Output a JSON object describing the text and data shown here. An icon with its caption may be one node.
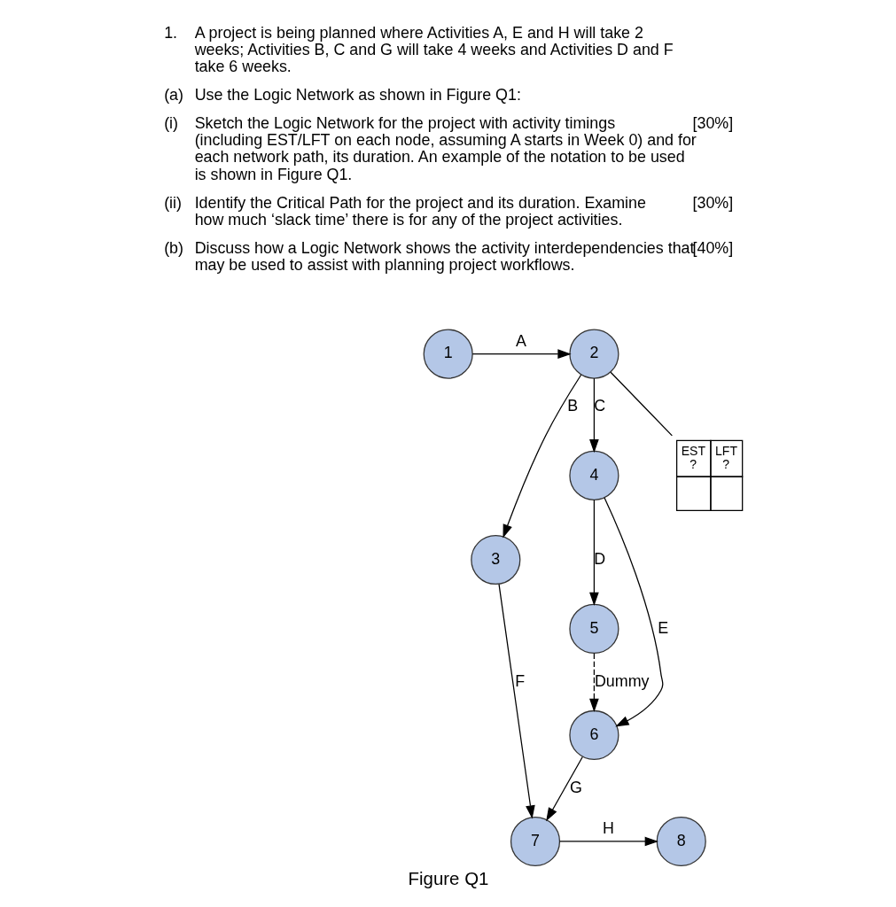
{
  "diagram": {
    "caption": "Figure Q1",
    "nodes": [
      {
        "text": [
          "1"
        ]
      },
      {
        "text": [
          "2"
        ]
      },
      {
        "text": [
          "3"
        ]
      },
      {
        "text": [
          "4"
        ]
      },
      {
        "text": [
          "5"
        ]
      },
      {
        "text": [
          "6"
        ]
      },
      {
        "text": [
          "7"
        ]
      },
      {
        "text": [
          "8"
        ]
      },
      {
        "text": [
          "EST",
          "LFT",
          "?",
          "?"
        ]
      }
    ],
    "edges": [
      {
        "from": 0,
        "to": 1,
        "arrow": "to",
        "label": "A"
      },
      {
        "from": 1,
        "to": 2,
        "arrow": "to",
        "label": "B"
      },
      {
        "from": 1,
        "to": 3,
        "arrow": "to",
        "label": "C"
      },
      {
        "from": 2,
        "to": 6,
        "arrow": "to",
        "label": "F"
      },
      {
        "from": 3,
        "to": 5,
        "arrow": "to",
        "label": "E"
      },
      {
        "from": 3,
        "to": 4,
        "arrow": "to",
        "label": "D"
      },
      {
        "from": 4,
        "to": 5,
        "arrow": "to",
        "label": "Dummy",
        "style": "dashed"
      },
      {
        "from": 5,
        "to": 6,
        "arrow": "to",
        "label": "G"
      },
      {
        "from": 6,
        "to": 7,
        "arrow": "to",
        "label": "H"
      },
      {
        "from": 1,
        "to": 8,
        "arrow": "none"
      }
    ],
    "labels": [
      "1.",
      "A project is being planned where Activities A, E and H will take 2 weeks; Activities B, C and G will take 4 weeks and Activities D and F take 6 weeks.",
      "(a)",
      "Use the Logic Network as shown in Figure Q1:",
      "(i)",
      "Sketch the Logic Network for the project with activity timings (including EST/LFT on each node, assuming A starts in Week 0) and for each network path, its duration. An example of the notation to be used is shown in Figure Q1.",
      "[30%]",
      "(ii)",
      "Identify the Critical Path for the project and its duration. Examine how much ‘slack time’ there is for any of the project activities.",
      "[30%]",
      "(b)",
      "Discuss how a Logic Network shows the activity interdependencies that may be used to assist with planning project workflows.",
      "[40%]"
    ]
  }
}
